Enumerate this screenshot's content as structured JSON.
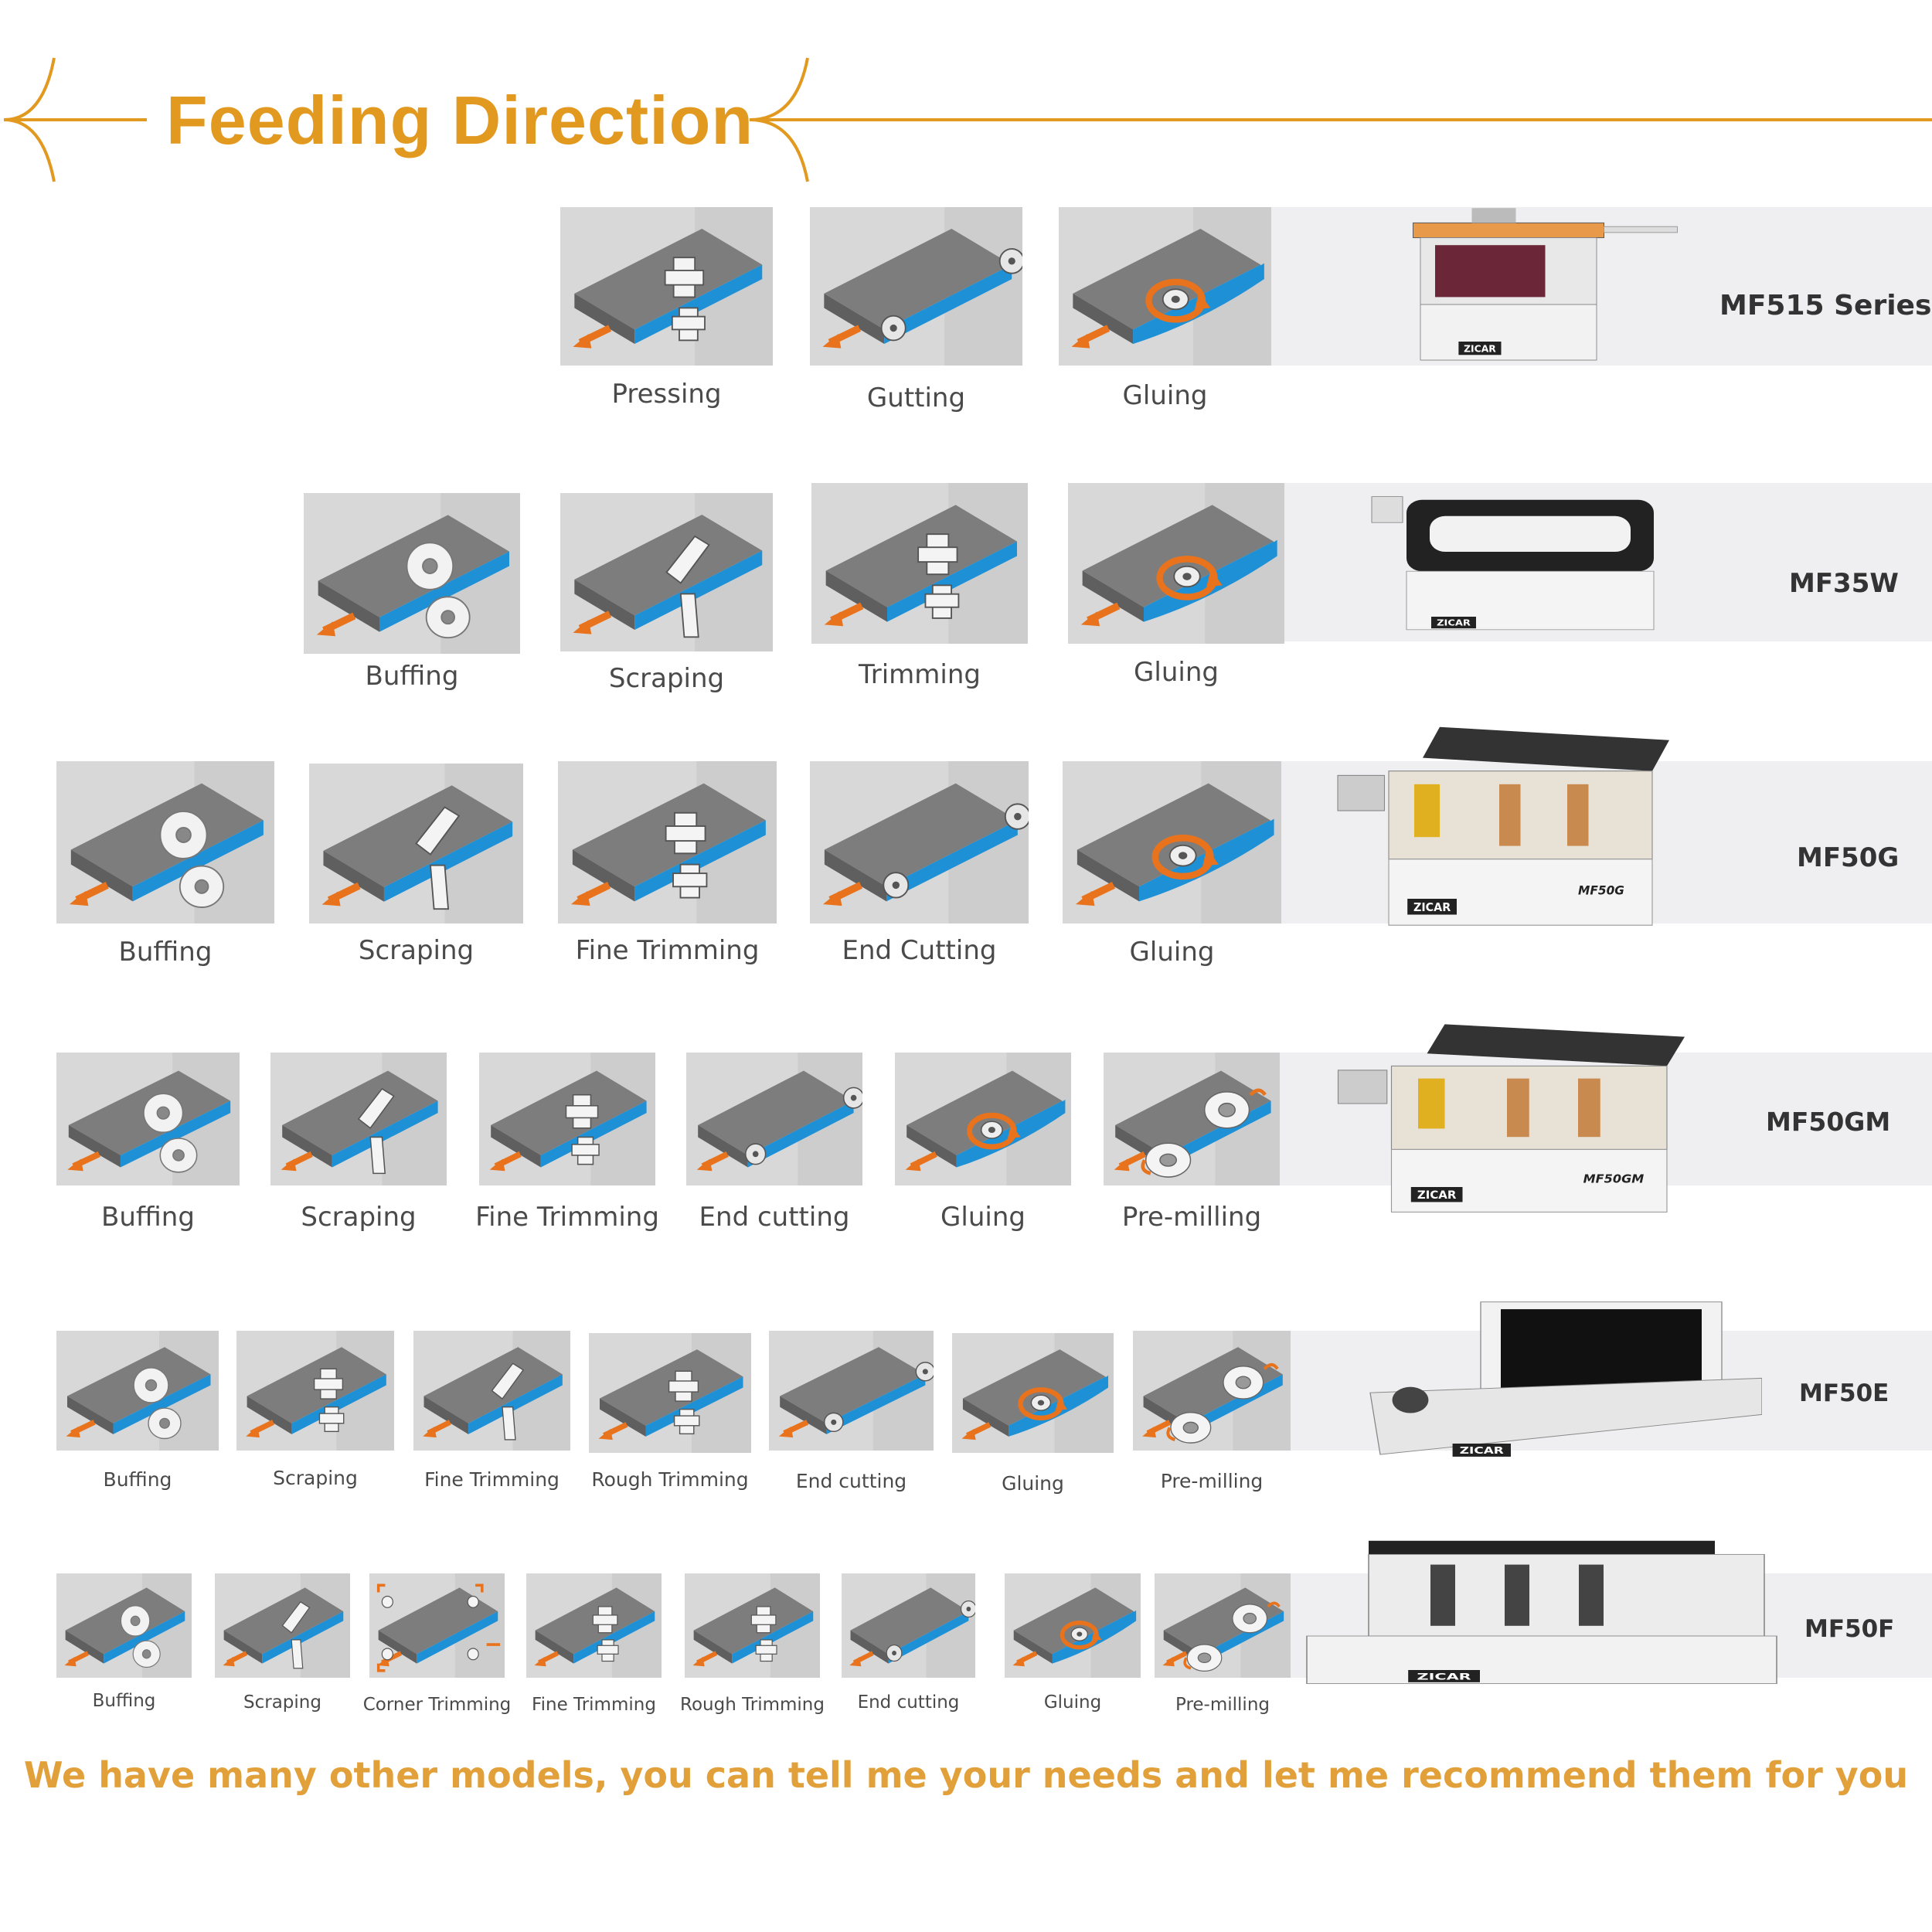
{
  "header": {
    "title": "Feeding Direction",
    "accent_color": "#e2991f"
  },
  "icons": {
    "pressing": "trim-cutter-icon",
    "gutting": "saw-blade-icon",
    "gluing": "glue-roller-icon",
    "buffing": "buffing-wheel-icon",
    "scraping": "scraper-blade-icon",
    "corner": "corner-trim-icon",
    "premilling": "milling-cutter-icon"
  },
  "rows": [
    {
      "model": "MF515 Series",
      "operations": [
        {
          "label": "Pressing",
          "icon": "trim-cutter-icon"
        },
        {
          "label": "Gutting",
          "icon": "saw-blade-icon"
        },
        {
          "label": "Gluing",
          "icon": "glue-roller-icon"
        }
      ]
    },
    {
      "model": "MF35W",
      "operations": [
        {
          "label": "Buffing",
          "icon": "buffing-wheel-icon"
        },
        {
          "label": "Scraping",
          "icon": "scraper-blade-icon"
        },
        {
          "label": "Trimming",
          "icon": "trim-cutter-icon"
        },
        {
          "label": "Gluing",
          "icon": "glue-roller-icon"
        }
      ]
    },
    {
      "model": "MF50G",
      "operations": [
        {
          "label": "Buffing",
          "icon": "buffing-wheel-icon"
        },
        {
          "label": "Scraping",
          "icon": "scraper-blade-icon"
        },
        {
          "label": "Fine Trimming",
          "icon": "trim-cutter-icon"
        },
        {
          "label": "End Cutting",
          "icon": "saw-blade-icon"
        },
        {
          "label": "Gluing",
          "icon": "glue-roller-icon"
        }
      ]
    },
    {
      "model": "MF50GM",
      "operations": [
        {
          "label": "Buffing",
          "icon": "buffing-wheel-icon"
        },
        {
          "label": "Scraping",
          "icon": "scraper-blade-icon"
        },
        {
          "label": "Fine Trimming",
          "icon": "trim-cutter-icon"
        },
        {
          "label": "End cutting",
          "icon": "saw-blade-icon"
        },
        {
          "label": "Gluing",
          "icon": "glue-roller-icon"
        },
        {
          "label": "Pre-milling",
          "icon": "milling-cutter-icon"
        }
      ]
    },
    {
      "model": "MF50E",
      "operations": [
        {
          "label": "Buffing",
          "icon": "buffing-wheel-icon"
        },
        {
          "label": "Scraping",
          "icon": "trim-cutter-icon"
        },
        {
          "label": "Fine Trimming",
          "icon": "scraper-blade-icon"
        },
        {
          "label": "Rough Trimming",
          "icon": "trim-cutter-icon"
        },
        {
          "label": "End cutting",
          "icon": "saw-blade-icon"
        },
        {
          "label": "Gluing",
          "icon": "glue-roller-icon"
        },
        {
          "label": "Pre-milling",
          "icon": "milling-cutter-icon"
        }
      ]
    },
    {
      "model": "MF50F",
      "operations": [
        {
          "label": "Buffing",
          "icon": "buffing-wheel-icon"
        },
        {
          "label": "Scraping",
          "icon": "scraper-blade-icon"
        },
        {
          "label": "Corner Trimming",
          "icon": "corner-trim-icon"
        },
        {
          "label": "Fine Trimming",
          "icon": "trim-cutter-icon"
        },
        {
          "label": "Rough Trimming",
          "icon": "trim-cutter-icon"
        },
        {
          "label": "End cutting",
          "icon": "saw-blade-icon"
        },
        {
          "label": "Gluing",
          "icon": "glue-roller-icon"
        },
        {
          "label": "Pre-milling",
          "icon": "milling-cutter-icon"
        }
      ]
    }
  ],
  "machine_brand": "ZICAR",
  "machine_plates": {
    "MF50G": "MF50G",
    "MF50GM": "MF50GM"
  },
  "footer": {
    "text": "We have many other models, you can tell me your needs and let me recommend them for you"
  },
  "colors": {
    "board": "#7d7d7d",
    "board_dark": "#5f5f5f",
    "edge": "#1e90d6",
    "arrow": "#e8731c",
    "band": "#efeff1"
  }
}
